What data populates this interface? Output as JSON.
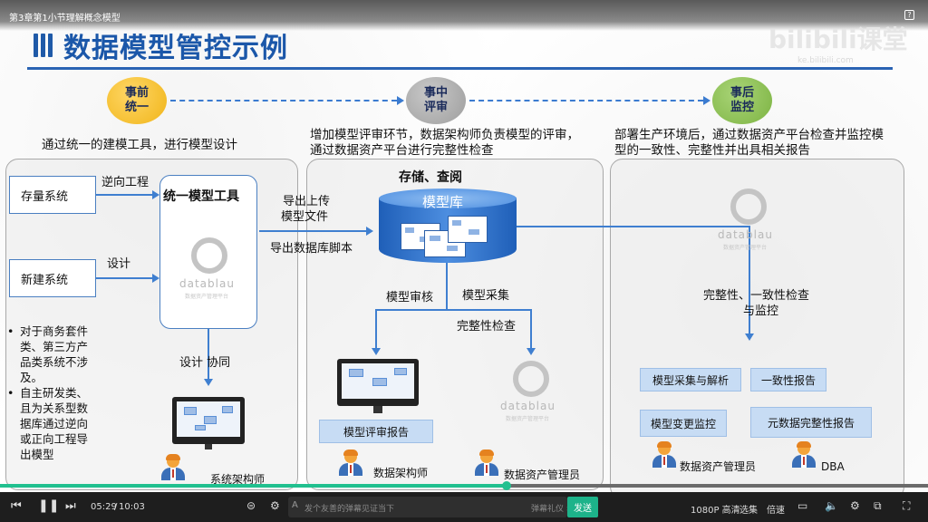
{
  "player": {
    "course_title": "第3章第1小节理解概念模型",
    "help_label": "?",
    "watermark_logo": "bilibili课堂",
    "watermark_sub": "ke.bilibili.com",
    "time_current": "05:29",
    "time_separator": "/",
    "time_total": "10:03",
    "progress_fraction": 0.546,
    "danmu_placeholder": "发个友善的弹幕见证当下",
    "danmu_etiquette": "弹幕礼仪 ›",
    "send_label": "发送",
    "quality_label": "1080P 高清",
    "select_label": "选集",
    "speed_label": "倍速",
    "accent_color": "#21c08f"
  },
  "slide": {
    "title": "数据模型管控示例",
    "phases": [
      {
        "label": "事前统一",
        "line1": "事前",
        "line2": "统一",
        "color": "#f0b418"
      },
      {
        "label": "事中评审",
        "line1": "事中",
        "line2": "评审",
        "color": "#9d9d9d"
      },
      {
        "label": "事后监控",
        "line1": "事后",
        "line2": "监控",
        "color": "#7cb342"
      }
    ],
    "desc_before": "通过统一的建模工具，进行模型设计",
    "desc_during_1": "增加模型评审环节，数据架构师负责模型的评审，",
    "desc_during_2": "通过数据资产平台进行完整性检查",
    "desc_after_1": "部署生产环境后，通过数据资产平台检查并监控模",
    "desc_after_2": "型的一致性、完整性并出具相关报告",
    "left": {
      "existing_system": "存量系统",
      "new_system": "新建系统",
      "reverse_engineering": "逆向工程",
      "design": "设计",
      "tool_title": "统一模型工具",
      "design_collab": "设计 协同",
      "bullets": [
        {
          "l1": "对于商务套件",
          "l2": "类、第三方产",
          "l3": "品类系统不涉",
          "l4": "及。"
        },
        {
          "l1": "自主研发类、",
          "l2": "且为关系型数",
          "l3": "据库通过逆向",
          "l4": "或正向工程导",
          "l5": "出模型"
        }
      ],
      "architect": "系统架构师"
    },
    "middle": {
      "export_upload_1": "导出上传",
      "export_upload_2": "模型文件",
      "export_db_script": "导出数据库脚本",
      "store_query": "存储、查阅",
      "model_repo": "模型库",
      "model_review": "模型审核",
      "model_collect": "模型采集",
      "completeness_check": "完整性检查",
      "review_report": "模型评审报告",
      "data_architect": "数据架构师",
      "asset_manager": "数据资产管理员"
    },
    "right": {
      "check_monitor_1": "完整性、一致性检查",
      "check_monitor_2": "与监控",
      "boxes": [
        "模型采集与解析",
        "一致性报告",
        "模型变更监控",
        "元数据完整性报告"
      ],
      "asset_manager": "数据资产管理员",
      "dba": "DBA"
    },
    "logo_text": "datablau",
    "logo_sub": "数据资产管理平台"
  }
}
